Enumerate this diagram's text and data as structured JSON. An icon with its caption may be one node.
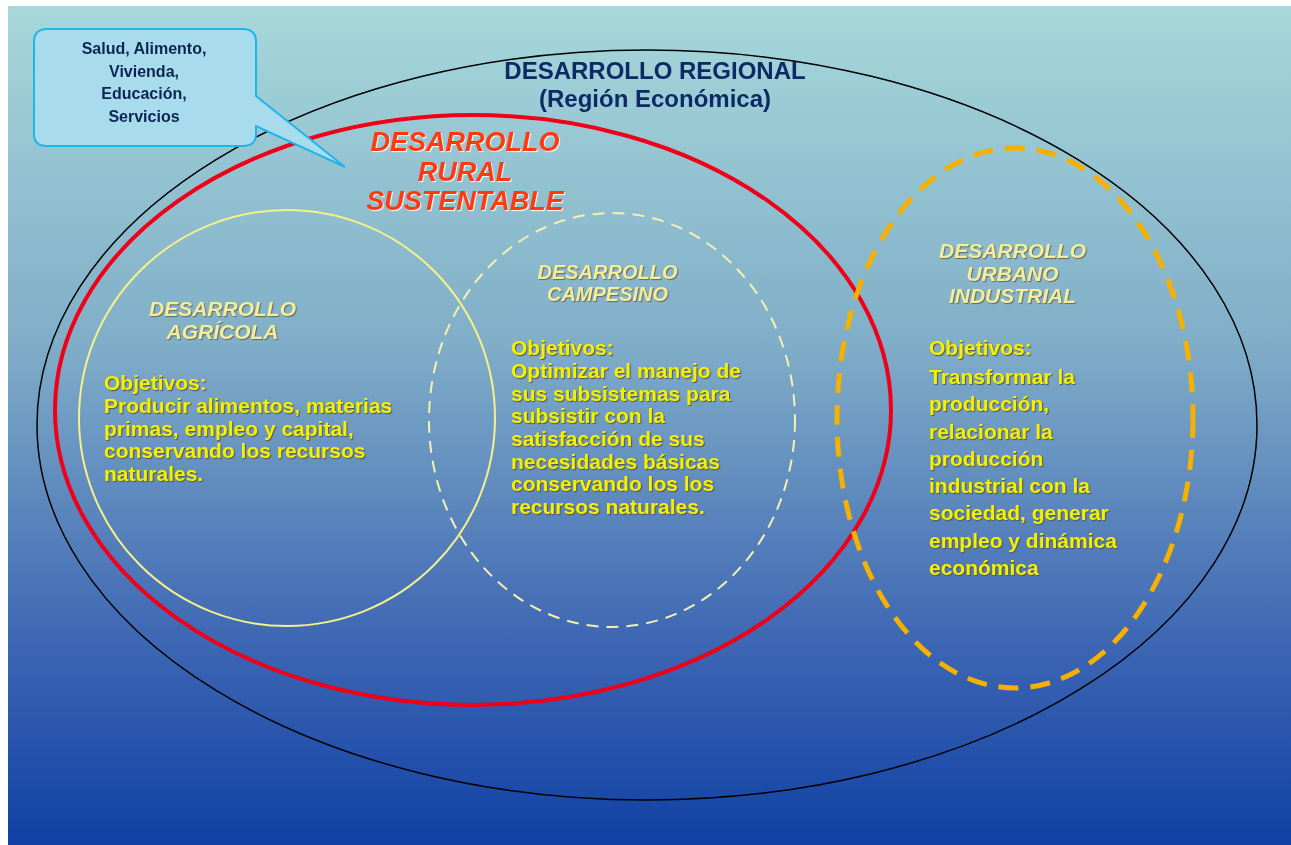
{
  "diagram": {
    "nodes": [
      {
        "text": [
          "DESARROLLO REGIONAL",
          "(Región Económica)"
        ]
      },
      {
        "text": [
          "DESARROLLO RURAL SUSTENTABLE"
        ],
        "in": 0
      },
      {
        "text": [
          "DESARROLLO AGRÍCOLA",
          "Objetivos:",
          "Producir alimentos, materias primas, empleo y capital, conservando los recursos naturales."
        ],
        "in": 1
      },
      {
        "text": [
          "DESARROLLO CAMPESINO",
          "Objetivos:",
          "Optimizar el manejo de sus subsistemas para subsistir con la satisfacción de sus necesidades básicas conservando los los recursos naturales."
        ],
        "in": 1
      },
      {
        "text": [
          "DESARROLLO URBANO INDUSTRIAL",
          "Objetivos:",
          "Transformar la producción, relacionar la producción industrial con la sociedad, generar empleo y dinámica económica"
        ],
        "in": 0
      },
      {
        "text": [
          "Salud, Alimento, Vivienda, Educación, Servicios"
        ]
      }
    ],
    "edges": []
  }
}
